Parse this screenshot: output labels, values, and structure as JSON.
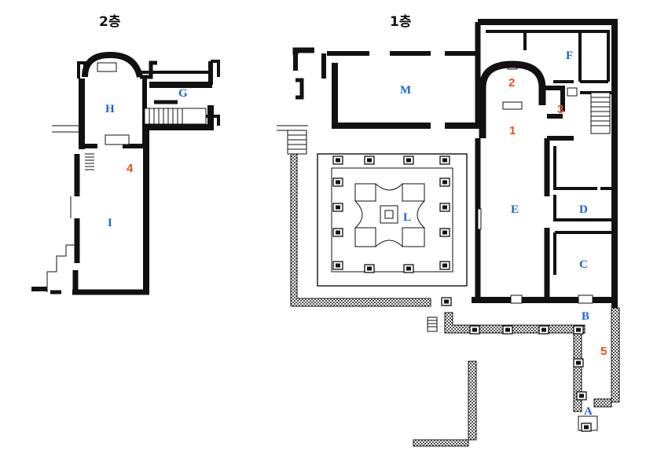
{
  "colors": {
    "wall": "#111111",
    "room_label": "#1a63d6",
    "number_label": "#e0531c",
    "pattern": "#555555"
  },
  "floors": {
    "second": {
      "title": "2층"
    },
    "first": {
      "title": "1층"
    }
  },
  "rooms": {
    "H": "H",
    "G": "G",
    "I": "I",
    "M": "M",
    "F": "F",
    "L": "L",
    "E": "E",
    "D": "D",
    "C": "C",
    "B": "B",
    "A": "A"
  },
  "numbers": {
    "n1": "1",
    "n2": "2",
    "n3": "3",
    "n4": "4",
    "n5": "5"
  }
}
